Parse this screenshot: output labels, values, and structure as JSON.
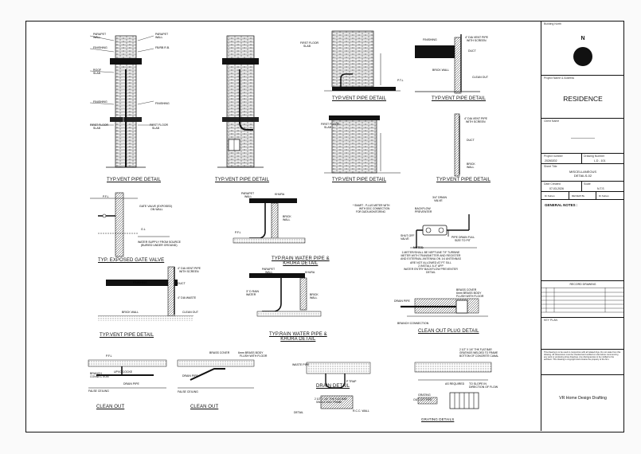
{
  "details": {
    "vent1": "TYP.VENT PIPE DETAIL",
    "vent2": "TYP.VENT PIPE DETAIL",
    "vent3": "TYP.VENT PIPE DETAIL",
    "vent4": "TYP.VENT PIPE DETAIL",
    "vent5": "TYP.VENT PIPE DETAIL",
    "vent6": "TYP.VENT PIPE DETAIL",
    "gate_valve": "TYP. EXPOSED GATE VALVE",
    "rain1": "TYP.RAIN WATER PIPE &\nKHURA DETAIL",
    "rain2": "TYP.RAIN WATER PIPE &\nKHURA DETAIL",
    "vent7": "TYP.VENT PIPE DETAIL",
    "cleanout_plug": "CLEAN OUT PLUG DETAIL",
    "cleanout1": "CLEAN OUT",
    "cleanout2": "CLEAN OUT",
    "drain": "DRAIN DETAIL",
    "grating": "GRATING DETAILS"
  },
  "labels": {
    "parapet_wall": "PARAPET\nWALL",
    "finishing": "FINISHING",
    "fb_rb": "FB/RB R.B.",
    "roof_slab": "ROOF\nSLAB",
    "first_floor_slab": "FIRST FLOOR\nSLAB",
    "gate_valve_note": "GATE VALVE (EXPOSED)\nON WALL",
    "water_supply": "WATER SUPPLY FROM SOURCE\n(BURIED UNDER GROUND)",
    "vent_screen": "4\" DIA VENT PIPE\nWITH SCREEN",
    "brick_wall": "BRICK\nWALL",
    "khura": "KHURA",
    "rain_water": "3\" D RAIN\nWATER",
    "smart_note": "* SMART - P-LUS METER WITH\nWITH DDC CONNECTION\nFOR DATA MONITORING",
    "drain_valve": "3/4\" DRAIN\nVALVE",
    "backflow": "BACKFLOW\nPREVENTER",
    "shut_off": "SHUT-OFF\nVALVE",
    "pipe_drain": "PIPE DRAIN FULL\nSIZE TO PIT",
    "notes_title": "NOTES:",
    "notes_body": "1.METER/SHALL BE NEPTUNE T/F TURBINE\nMETER WITH TRANSMITTER AND REGISTER\nAND EXTERNAL ANTENNA ON 1/4 ANTENNAS\nARE NOT ALLOWED AT PT SILL\n2.INSTALL 6-0\" APP\nWATER ENTRY BACKFLOW PREVENTER\nDETAIL",
    "brass_cover": "BRASS COVER\n6mm BRASS BODY\nFLUSH WITH FLOOR",
    "drain_pipe": "DRAIN PIPE",
    "branch_conn": "BRANCH CONNECTION",
    "upvc_cocke": "UPVC COCKE",
    "false_ceiling": "FALSE CEILING",
    "drain_pipe2": "DRAIN PIPE",
    "waste_pipe": "WASTE PIPE",
    "p_trap": "P TRAP",
    "flat_bar": "2 1/2\" X 1/4\" THK FLAT BAR\nGRATINGS WELDED TO FRAME\nBOTTOM OF CONCRETE CANAL",
    "as_required": "AS REQUIRED",
    "to_slope": "TO SLOPE IN\nDIRECTION OF FLOW",
    "grating": "GRATING",
    "out_let": "OUT LET PIPE",
    "rcc_wall": "R.C.C. WALL",
    "detail": "DETAIL"
  },
  "title_block": {
    "building_north": "Building North",
    "north_letter": "N",
    "project_name_label": "Project Name & Address",
    "project_name": "RESIDENCE",
    "client_label": "Client Name",
    "client_name": "——————",
    "project_number_label": "Project number",
    "project_number": "20260202",
    "drawing_number_label": "Drawing Number",
    "drawing_number": "L.D - 101",
    "sheet_title_label": "Sheet Title",
    "sheet_title": "MISCELLANEOUS\nDETAILS-02",
    "date_label": "Date Created",
    "date": "07-03-2026",
    "scale_label": "Scale",
    "scale": "N.T.S",
    "drawn_by": "Dr.Sohan",
    "checked_by": "REVIEW BL",
    "approved_by": "Dr.Sohan",
    "general_notes": "GENERAL NOTES :",
    "record_drawing": "RECORD DRAWING",
    "key_plan": "KEY PLAN",
    "disclaimer": "This drawing is to be used in conjunction with all related drgs. Do not scale from this drawing. All dimensions must be checked and verified on site before commencing any work or producing shop drawings. Any discrepancies to be notified to the architect. This drawing is copyright and remains the property of the firm.",
    "firm": "VR Home Design Drafting"
  }
}
